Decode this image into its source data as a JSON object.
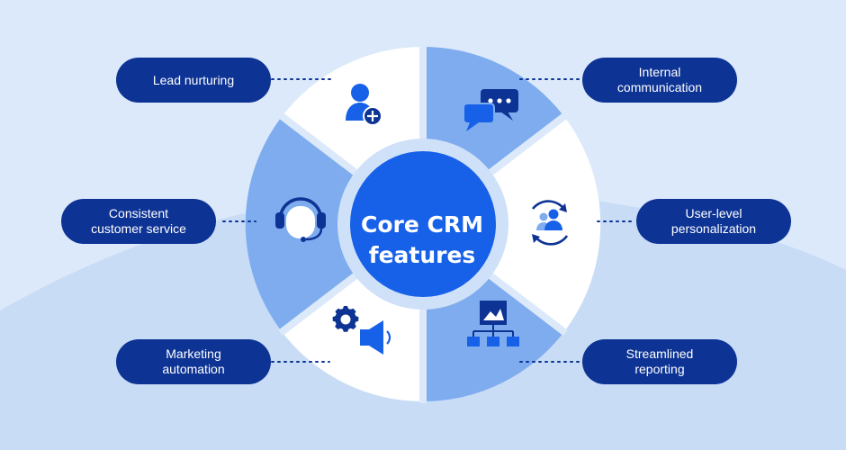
{
  "center": {
    "line1": "Core CRM",
    "line2": "features"
  },
  "features": [
    {
      "id": "lead-nurturing",
      "lines": [
        "Lead nurturing"
      ],
      "icon": "add-user-icon"
    },
    {
      "id": "internal-communication",
      "lines": [
        "Internal",
        "communication"
      ],
      "icon": "chat-bubbles-icon"
    },
    {
      "id": "consistent-customer-service",
      "lines": [
        "Consistent",
        "customer service"
      ],
      "icon": "headset-icon"
    },
    {
      "id": "user-level-personalization",
      "lines": [
        "User-level",
        "personalization"
      ],
      "icon": "user-cycle-icon"
    },
    {
      "id": "marketing-automation",
      "lines": [
        "Marketing",
        "automation"
      ],
      "icon": "gear-megaphone-icon"
    },
    {
      "id": "streamlined-reporting",
      "lines": [
        "Streamlined",
        "reporting"
      ],
      "icon": "report-hierarchy-icon"
    }
  ],
  "colors": {
    "background": "#dce9fa",
    "background_wave": "#c9dcf6",
    "segment_white": "#ffffff",
    "segment_blue": "#7eacee",
    "ring": "#cfe1f8",
    "core": "#1760e8",
    "pill": "#0d3394",
    "icon_dark": "#0d3394",
    "icon_blue": "#1760e8"
  }
}
